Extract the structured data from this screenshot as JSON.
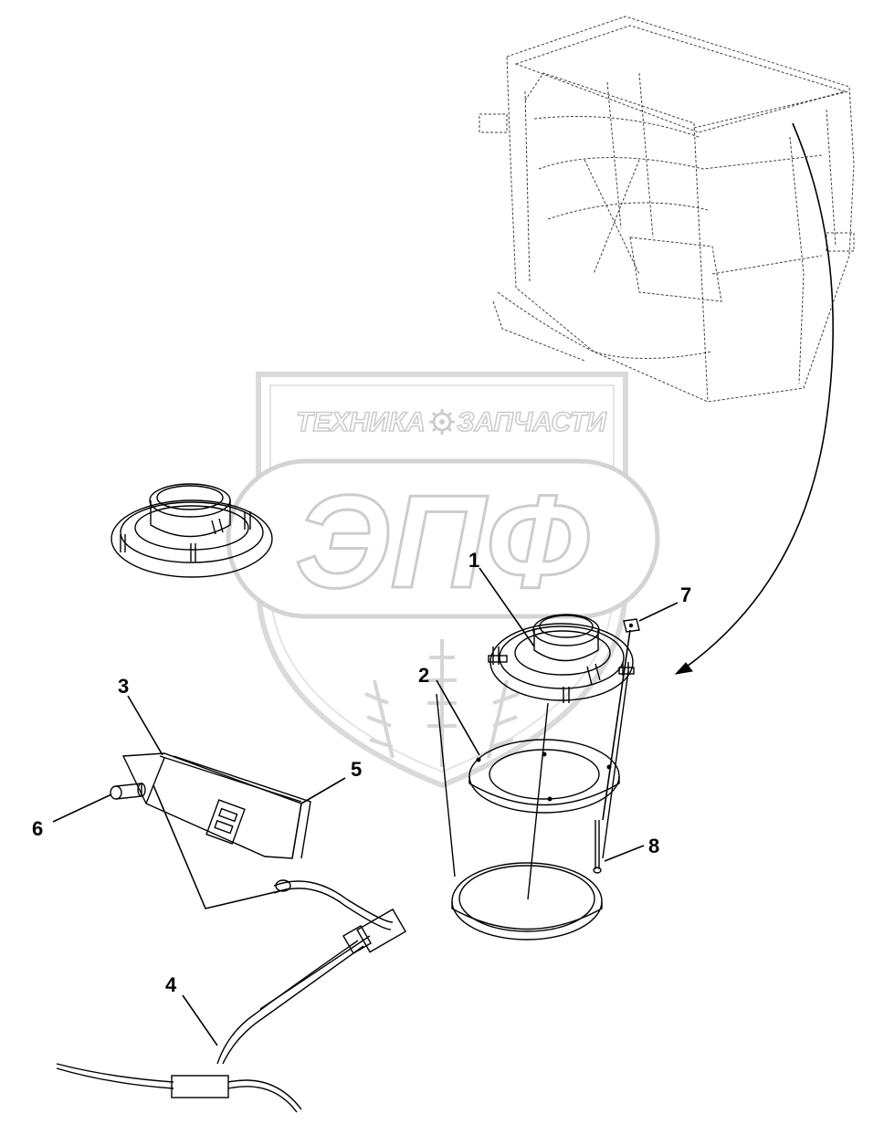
{
  "watermark": {
    "top_text_left": "ТЕХНИКА",
    "top_text_right": "ЗАПЧАСТИ",
    "logo_text": "ЭПФ",
    "color": "#d4d4d4"
  },
  "callouts": [
    {
      "id": "1",
      "label": "1"
    },
    {
      "id": "2",
      "label": "2"
    },
    {
      "id": "3",
      "label": "3"
    },
    {
      "id": "4",
      "label": "4"
    },
    {
      "id": "5",
      "label": "5"
    },
    {
      "id": "6",
      "label": "6"
    },
    {
      "id": "7",
      "label": "7"
    },
    {
      "id": "8",
      "label": "8"
    }
  ],
  "icons": {
    "gear": "gear-icon",
    "wheat": "wheat-ears-icon"
  }
}
